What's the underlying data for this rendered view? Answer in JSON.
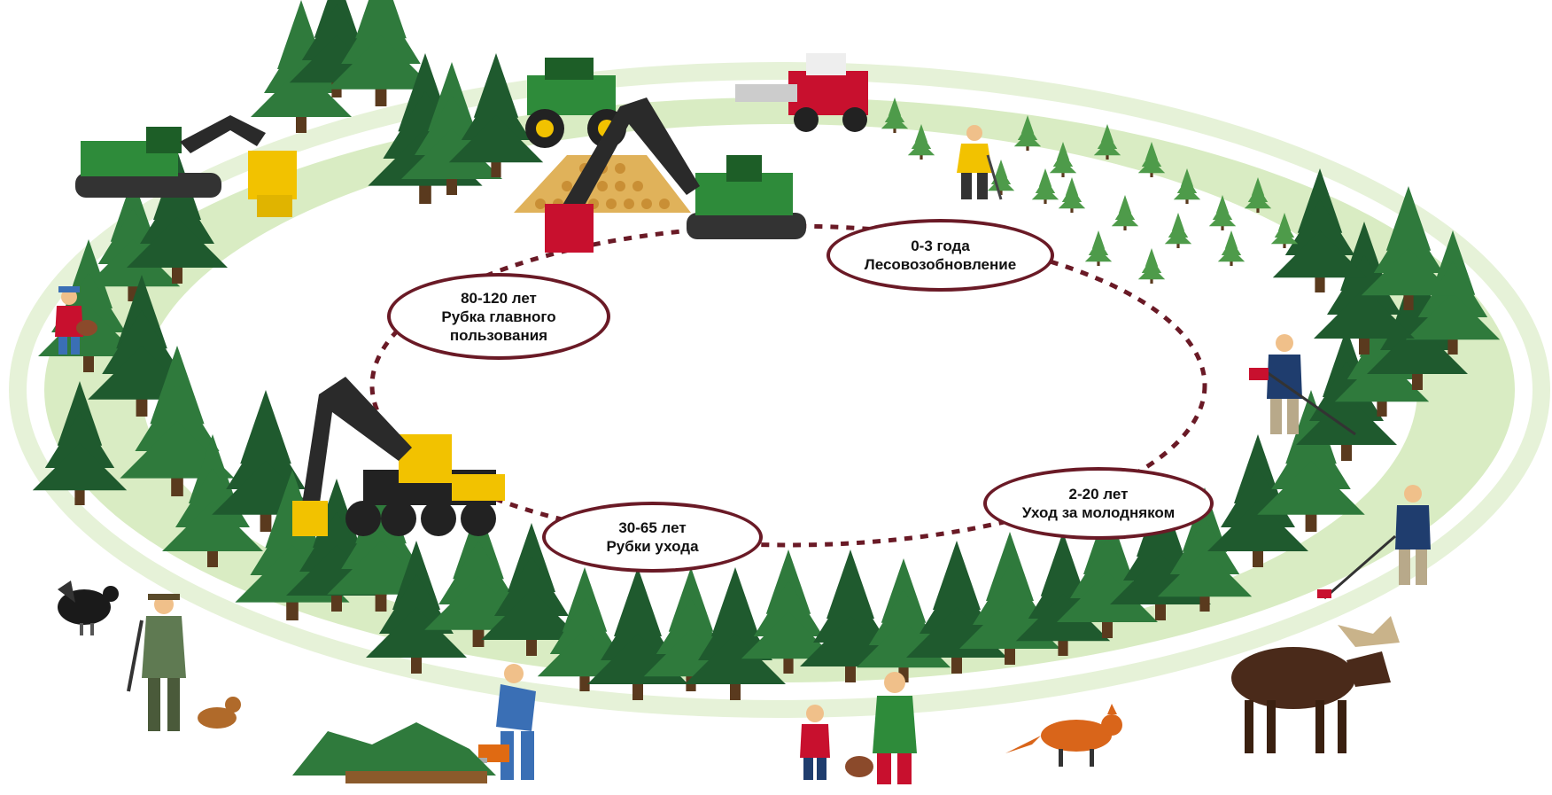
{
  "stages": [
    {
      "id": "regeneration",
      "period": "0-3 года",
      "title": "Лесовозобновление"
    },
    {
      "id": "young-care",
      "period": "2-20 лет",
      "title": "Уход за молодняком"
    },
    {
      "id": "thinning",
      "period": "30-65 лет",
      "title": "Рубки ухода"
    },
    {
      "id": "final-felling",
      "period": "80-120 лет",
      "title_line1": "Рубка главного",
      "title_line2": "пользования"
    }
  ],
  "colors": {
    "cycle_line": "#6a1a26",
    "forest_ring": "#cfe5b3",
    "spruce_dark": "#1f5a2e",
    "spruce_mid": "#2f7a3c",
    "young_tree": "#4e9b4a",
    "machine_green": "#2e8b3a",
    "machine_yellow": "#f2c200",
    "machine_red": "#c8102e"
  },
  "icons": [
    "forwarder-machine-icon",
    "feller-buncher-icon",
    "harvester-red-head-icon",
    "harvester-yellow-icon",
    "planter-person-icon",
    "brushcutter-person-icon",
    "chainsaw-worker-icon",
    "hunter-with-dog-icon",
    "berry-pickers-icon",
    "moose-icon",
    "fox-icon",
    "grouse-icon",
    "log-pile-icon",
    "child-with-basket-icon"
  ]
}
